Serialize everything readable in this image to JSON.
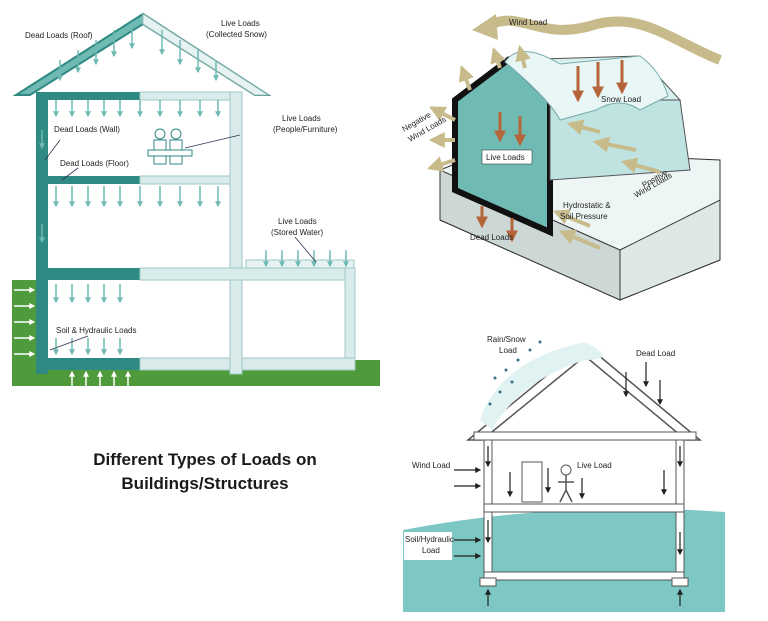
{
  "caption": {
    "line1": "Different Types of Loads on",
    "line2": "Buildings/Structures"
  },
  "colors": {
    "teal": "#2f8a84",
    "teal_light": "#6fbab3",
    "ice": "#d7efee",
    "water": "#7dc7c4",
    "grass": "#4f9a3b",
    "arrow_brown": "#b5653a",
    "arrow_tan": "#c7bb8c",
    "wall_dark": "#222222"
  },
  "diagram1": {
    "dead_roof": "Dead Loads (Roof)",
    "live_snow_1": "Live Loads",
    "live_snow_2": "(Collected Snow)",
    "dead_wall": "Dead Loads (Wall)",
    "dead_floor": "Dead Loads (Floor)",
    "live_people_1": "Live Loads",
    "live_people_2": "(People/Furniture)",
    "live_water_1": "Live Loads",
    "live_water_2": "(Stored Water)",
    "soil": "Soil & Hydraulic Loads"
  },
  "diagram2": {
    "wind": "Wind Load",
    "neg_1": "Negative",
    "neg_2": "Wind Loads",
    "snow": "Snow Load",
    "live": "Live Loads",
    "pos_1": "Positive",
    "pos_2": "Wind Loads",
    "hydro_1": "Hydrostatic &",
    "hydro_2": "Soil Pressure",
    "dead": "Dead Loads"
  },
  "diagram3": {
    "rain_1": "Rain/Snow",
    "rain_2": "Load",
    "dead": "Dead Load",
    "wind": "Wind Load",
    "live": "Live Load",
    "soil_1": "Soil/Hydraulic",
    "soil_2": "Load"
  }
}
